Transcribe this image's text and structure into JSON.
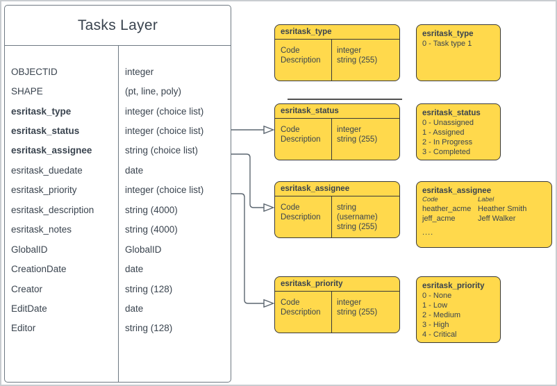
{
  "colors": {
    "yellow": "#FFD94C",
    "box_border": "#383838",
    "table_border": "#6E7882",
    "text": "#39434E",
    "connector": "#5C6670",
    "frame": "#C9CDD0"
  },
  "tasks_layer": {
    "title": "Tasks Layer",
    "fields": [
      {
        "name": "OBJECTID",
        "type": "integer"
      },
      {
        "name": "SHAPE",
        "type": "(pt, line, poly)"
      },
      {
        "name": "esritask_type",
        "type": "integer (choice list)"
      },
      {
        "name": "esritask_status",
        "type": "integer (choice list)"
      },
      {
        "name": "esritask_assignee",
        "type": "string (choice list)"
      },
      {
        "name": "esritask_duedate",
        "type": "date"
      },
      {
        "name": "esritask_priority",
        "type": "integer (choice list)"
      },
      {
        "name": "esritask_description",
        "type": "string (4000)"
      },
      {
        "name": "esritask_notes",
        "type": "string (4000)"
      },
      {
        "name": "GlobalID",
        "type": "GlobalID"
      },
      {
        "name": "CreationDate",
        "type": "date"
      },
      {
        "name": "Creator",
        "type": "string (128)"
      },
      {
        "name": "EditDate",
        "type": "date"
      },
      {
        "name": "Editor",
        "type": "string (128)"
      }
    ]
  },
  "domain_tables": [
    {
      "title": "esritask_type",
      "col1": [
        "Code",
        "Description"
      ],
      "col2": [
        "integer",
        "string (255)"
      ]
    },
    {
      "title": "esritask_status",
      "col1": [
        "Code",
        "Description"
      ],
      "col2": [
        "integer",
        "string (255)"
      ]
    },
    {
      "title": "esritask_assignee",
      "col1": [
        "Code",
        "Description"
      ],
      "col2": [
        "string (username)",
        "string (255)"
      ]
    },
    {
      "title": "esritask_priority",
      "col1": [
        "Code",
        "Description"
      ],
      "col2": [
        "integer",
        "string (255)"
      ]
    }
  ],
  "value_lists": [
    {
      "title": "esritask_type",
      "values": [
        "0 - Task type 1"
      ]
    },
    {
      "title": "esritask_status",
      "values": [
        "0 - Unassigned",
        "1 - Assigned",
        "2 - In Progress",
        "3 - Completed"
      ]
    },
    {
      "title": "esritask_assignee",
      "columns": [
        "Code",
        "Label"
      ],
      "rows": [
        [
          "heather_acme",
          "Heather Smith"
        ],
        [
          "jeff_acme",
          "Jeff Walker"
        ]
      ],
      "more": "...."
    },
    {
      "title": "esritask_priority",
      "values": [
        "0 - None",
        "1 - Low",
        "2 - Medium",
        "3 - High",
        "4 - Critical"
      ]
    }
  ]
}
